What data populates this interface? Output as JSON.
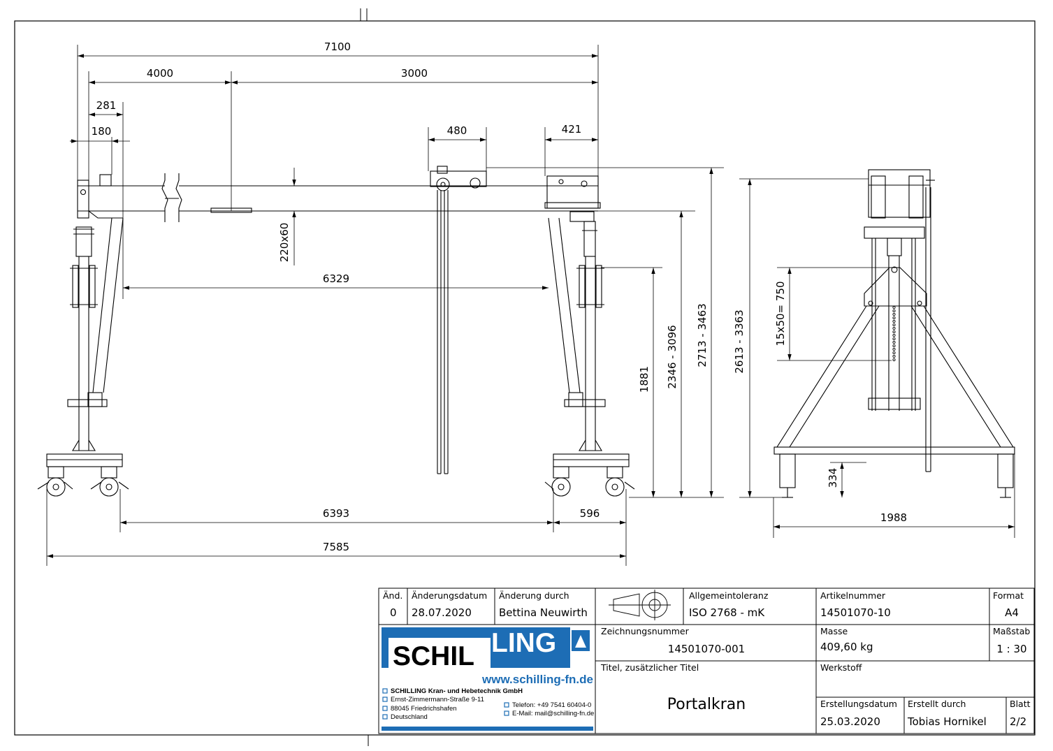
{
  "dimensions": {
    "total_width": "7100",
    "left_span": "4000",
    "right_span": "3000",
    "d281": "281",
    "d180": "180",
    "d480": "480",
    "d421": "421",
    "beam_profile": "220x60",
    "inner_clear": "6329",
    "wheel_base": "6393",
    "foot_width": "596",
    "overall_length": "7585",
    "h1881": "1881",
    "h2346": "2346 - 3096",
    "h2713": "2713 - 3463",
    "h2613": "2613 - 3363",
    "hole_pattern": "15x50= 750",
    "h334": "334",
    "side_width": "1988"
  },
  "title_block": {
    "rev_header": "Änd.",
    "rev_value": "0",
    "change_date_header": "Änderungsdatum",
    "change_date": "28.07.2020",
    "changed_by_header": "Änderung durch",
    "changed_by": "Bettina Neuwirth",
    "tolerance_header": "Allgemeintoleranz",
    "tolerance": "ISO 2768 - mK",
    "article_header": "Artikelnummer",
    "article": "14501070-10",
    "format_header": "Format",
    "format": "A4",
    "drawing_no_header": "Zeichnungsnummer",
    "drawing_no": "14501070-001",
    "mass_header": "Masse",
    "mass": "409,60 kg",
    "scale_header": "Maßstab",
    "scale": "1 : 30",
    "title_header": "Titel, zusätzlicher Titel",
    "title": "Portalkran",
    "material_header": "Werkstoff",
    "created_date_header": "Erstellungsdatum",
    "created_date": "25.03.2020",
    "created_by_header": "Erstellt durch",
    "created_by": "Tobias Hornikel",
    "sheet_header": "Blatt",
    "sheet": "2/2"
  },
  "logo": {
    "left": "SCHIL",
    "right": "LING",
    "url": "www.schilling-fn.de",
    "company": "SCHILLING Kran- und Hebetechnik GmbH",
    "street": "Ernst-Zimmermann-Straße 9-11",
    "city": "88045 Friedrichshafen",
    "country": "Deutschland",
    "phone": "Telefon: +49 7541 60404-0",
    "email": "E-Mail: mail@schilling-fn.de",
    "brand_color": "#1d6db5"
  }
}
